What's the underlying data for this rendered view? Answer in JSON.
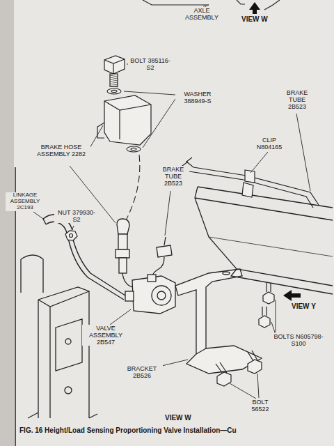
{
  "diagram": {
    "caption": "FIG. 16 Height/Load Sensing Proportioning Valve Installation—Cu",
    "labels": [
      "AXLE ASSEMBLY",
      "VIEW W",
      "BOLT 385116-S2",
      "WASHER 388949-S",
      "BRAKE TUBE 2B523",
      "CLIP N804165",
      "BRAKE HOSE ASSEMBLY 2282",
      "BRAKE TUBE 2B523",
      "LINKAGE ASSEMBLY 2C193",
      "NUT 379930-S2",
      "VIEW Y",
      "BOLTS N605798-S100",
      "VALVE ASSEMBLY 2B547",
      "BRACKET 2B526",
      "BOLT 56522",
      "VIEW W"
    ]
  }
}
